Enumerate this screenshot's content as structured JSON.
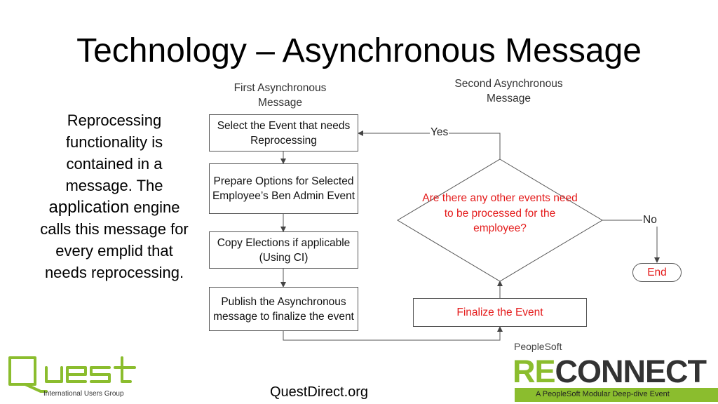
{
  "slide": {
    "title": "Technology – Asynchronous Message",
    "side_text": {
      "part1": "Reprocessing functionality is contained in a message.",
      "part2a": "The",
      "part2b": "application",
      "part2c": "engine calls this message for every emplid that needs reprocessing."
    },
    "footer_link": "QuestDirect.org"
  },
  "diagram": {
    "lanes": {
      "first": "First Asynchronous Message",
      "second": "Second Asynchronous Message"
    },
    "steps": [
      "Select the Event that needs Reprocessing",
      "Prepare Options for Selected Employee’s Ben Admin Event",
      "Copy Elections if applicable (Using CI)",
      "Publish the Asynchronous message to finalize the event"
    ],
    "finalize": "Finalize the Event",
    "decision": "Are there any other events need to be processed for the employee?",
    "yes_label": "Yes",
    "no_label": "No",
    "end_label": "End",
    "colors": {
      "highlight": "#e41b1b",
      "stroke": "#555555"
    }
  },
  "logos": {
    "quest_name": "Quest",
    "quest_sub": "International Users Group",
    "peoplesoft": "PeopleSoft",
    "reconnect_a": "RE",
    "reconnect_b": "CONNECT",
    "reconnect_sub": "A PeopleSoft Modular Deep-dive Event",
    "brand_green": "#8bbd2e"
  }
}
